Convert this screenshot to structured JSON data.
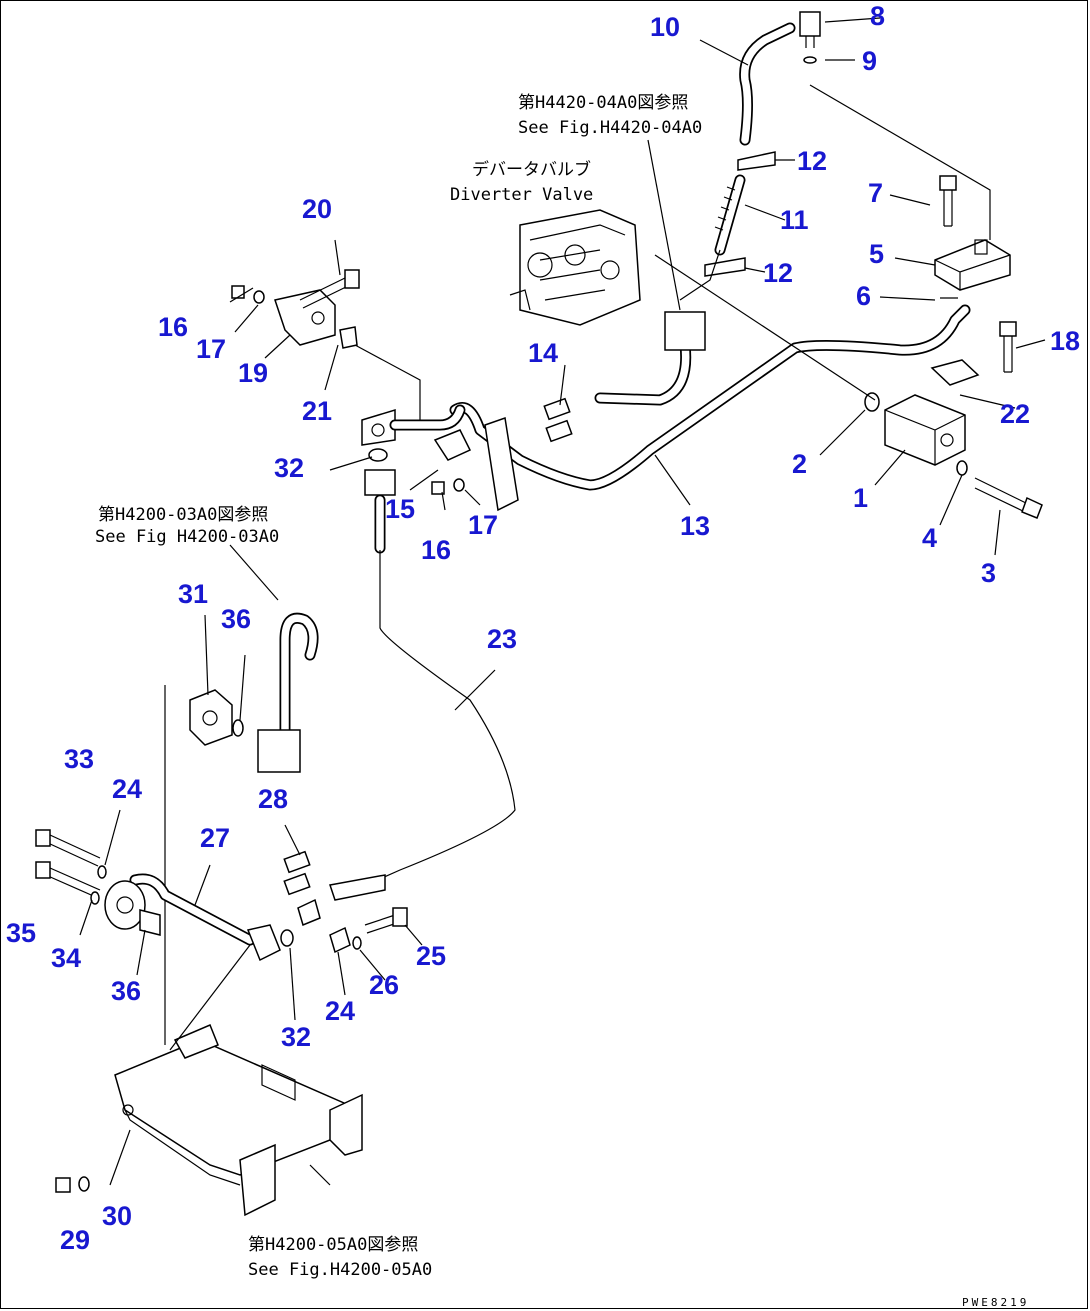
{
  "drawing": {
    "code": "PWE8219",
    "references": [
      {
        "id": "ref-h4420",
        "jp": "第H4420-04A0図参照",
        "en": "See Fig.H4420-04A0"
      },
      {
        "id": "ref-diverter",
        "jp": "デバータバルブ",
        "en": "Diverter Valve"
      },
      {
        "id": "ref-h4200-03",
        "jp": "第H4200-03A0図参照",
        "en": "See Fig H4200-03A0"
      },
      {
        "id": "ref-h4200-05",
        "jp": "第H4200-05A0図参照",
        "en": "See Fig.H4200-05A0"
      }
    ],
    "callouts": [
      "1",
      "2",
      "3",
      "4",
      "5",
      "6",
      "7",
      "8",
      "9",
      "10",
      "11",
      "12",
      "12",
      "13",
      "14",
      "15",
      "16",
      "16",
      "17",
      "17",
      "18",
      "19",
      "20",
      "21",
      "22",
      "23",
      "24",
      "24",
      "25",
      "26",
      "27",
      "28",
      "29",
      "30",
      "31",
      "32",
      "32",
      "33",
      "34",
      "35",
      "36",
      "36"
    ]
  },
  "colors": {
    "callout": "#1818d0",
    "line": "#000000"
  }
}
